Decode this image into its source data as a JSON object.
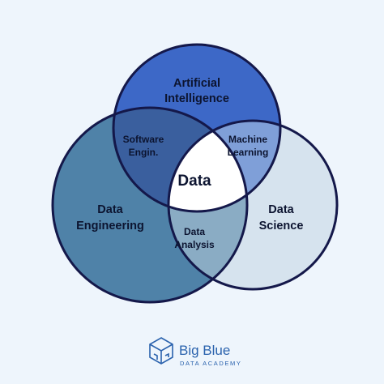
{
  "diagram": {
    "circles": [
      {
        "id": "ai",
        "label_lines": [
          "Artificial",
          "Intelligence"
        ],
        "color": "#3d68c7"
      },
      {
        "id": "de",
        "label_lines": [
          "Data",
          "Engineering"
        ],
        "color": "#4f82a8"
      },
      {
        "id": "ds",
        "label_lines": [
          "Data",
          "Science"
        ],
        "color": "#d6e3ee"
      }
    ],
    "intersections": {
      "ai_de": {
        "label_lines": [
          "Software",
          "Engin."
        ],
        "color": "#3a5f9e"
      },
      "ai_ds": {
        "label_lines": [
          "Machine",
          "Learning"
        ],
        "color": "#7f9fd8"
      },
      "de_ds": {
        "label_lines": [
          "Data",
          "Analysis"
        ],
        "color": "#8aacc4"
      },
      "center": {
        "label": "Data",
        "color": "#ffffff"
      }
    },
    "outline_color": "#14184a"
  },
  "branding": {
    "name": "Big Blue",
    "tagline": "DATA ACADEMY",
    "color": "#2a62ad",
    "icon": "cube-logo-icon"
  }
}
